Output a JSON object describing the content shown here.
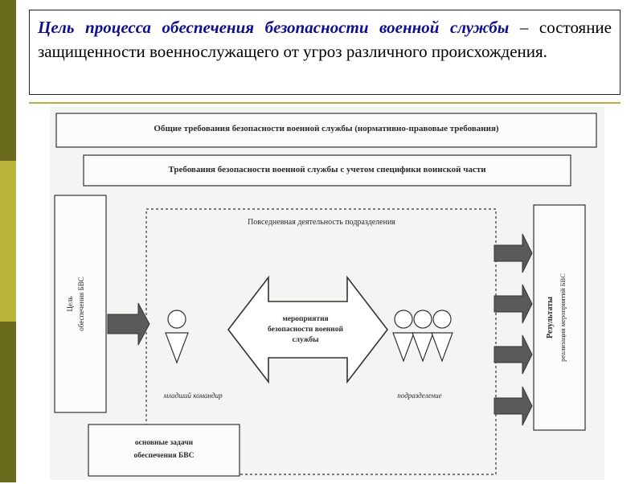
{
  "colors": {
    "sidebar_dark": "#6b6b1e",
    "sidebar_light": "#b9b53a",
    "definition_term": "#10108c",
    "arrow_fill": "#5a5a5a",
    "accent_rule": "#b8a84a"
  },
  "definition": {
    "term": "Цель процесса обеспечения безопасности военной службы",
    "text": " – состояние защищенности военнослужащего от угроз различного происхождения."
  },
  "diagram": {
    "general_requirements": "Общие требования безопасности военной службы (нормативно-правовые требования)",
    "unit_requirements": "Требования безопасности военной службы с учетом специфики воинской части",
    "daily_activity": "Повседневная деятельность подразделения",
    "goal_box": {
      "line1": "Цель",
      "line2": "обеспечения БВС"
    },
    "measures": {
      "line1": "мероприятия",
      "line2": "безопасности военной",
      "line3": "службы"
    },
    "junior_commander": "младший командир",
    "unit": "подразделение",
    "tasks_box": {
      "line1": "основные задачи",
      "line2": "обеспечения БВС"
    },
    "results_box": {
      "line1": "Результаты",
      "line2": "реализации мероприятий БВС"
    }
  }
}
